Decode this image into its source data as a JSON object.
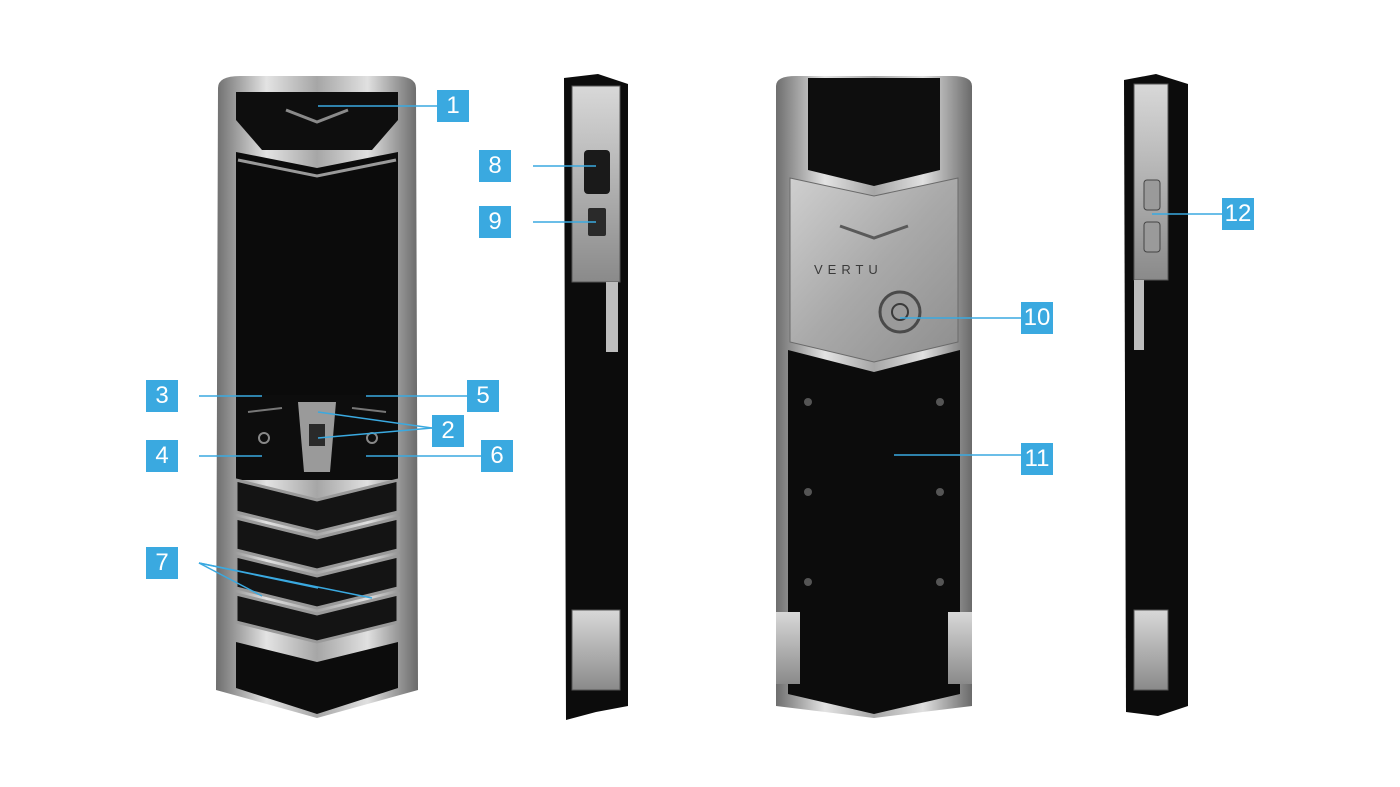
{
  "diagram": {
    "brand_text": "VERTU",
    "callouts": [
      {
        "id": "c1",
        "label": "1"
      },
      {
        "id": "c2",
        "label": "2"
      },
      {
        "id": "c3",
        "label": "3"
      },
      {
        "id": "c4",
        "label": "4"
      },
      {
        "id": "c5",
        "label": "5"
      },
      {
        "id": "c6",
        "label": "6"
      },
      {
        "id": "c7",
        "label": "7"
      },
      {
        "id": "c8",
        "label": "8"
      },
      {
        "id": "c9",
        "label": "9"
      },
      {
        "id": "c10",
        "label": "10"
      },
      {
        "id": "c11",
        "label": "11"
      },
      {
        "id": "c12",
        "label": "12"
      }
    ]
  },
  "colors": {
    "callout_bg": "#3aa9e0",
    "callout_text": "#ffffff",
    "leader_line": "#3aa9e0",
    "phone_black": "#0c0c0c",
    "steel": "#b9b9b9"
  }
}
